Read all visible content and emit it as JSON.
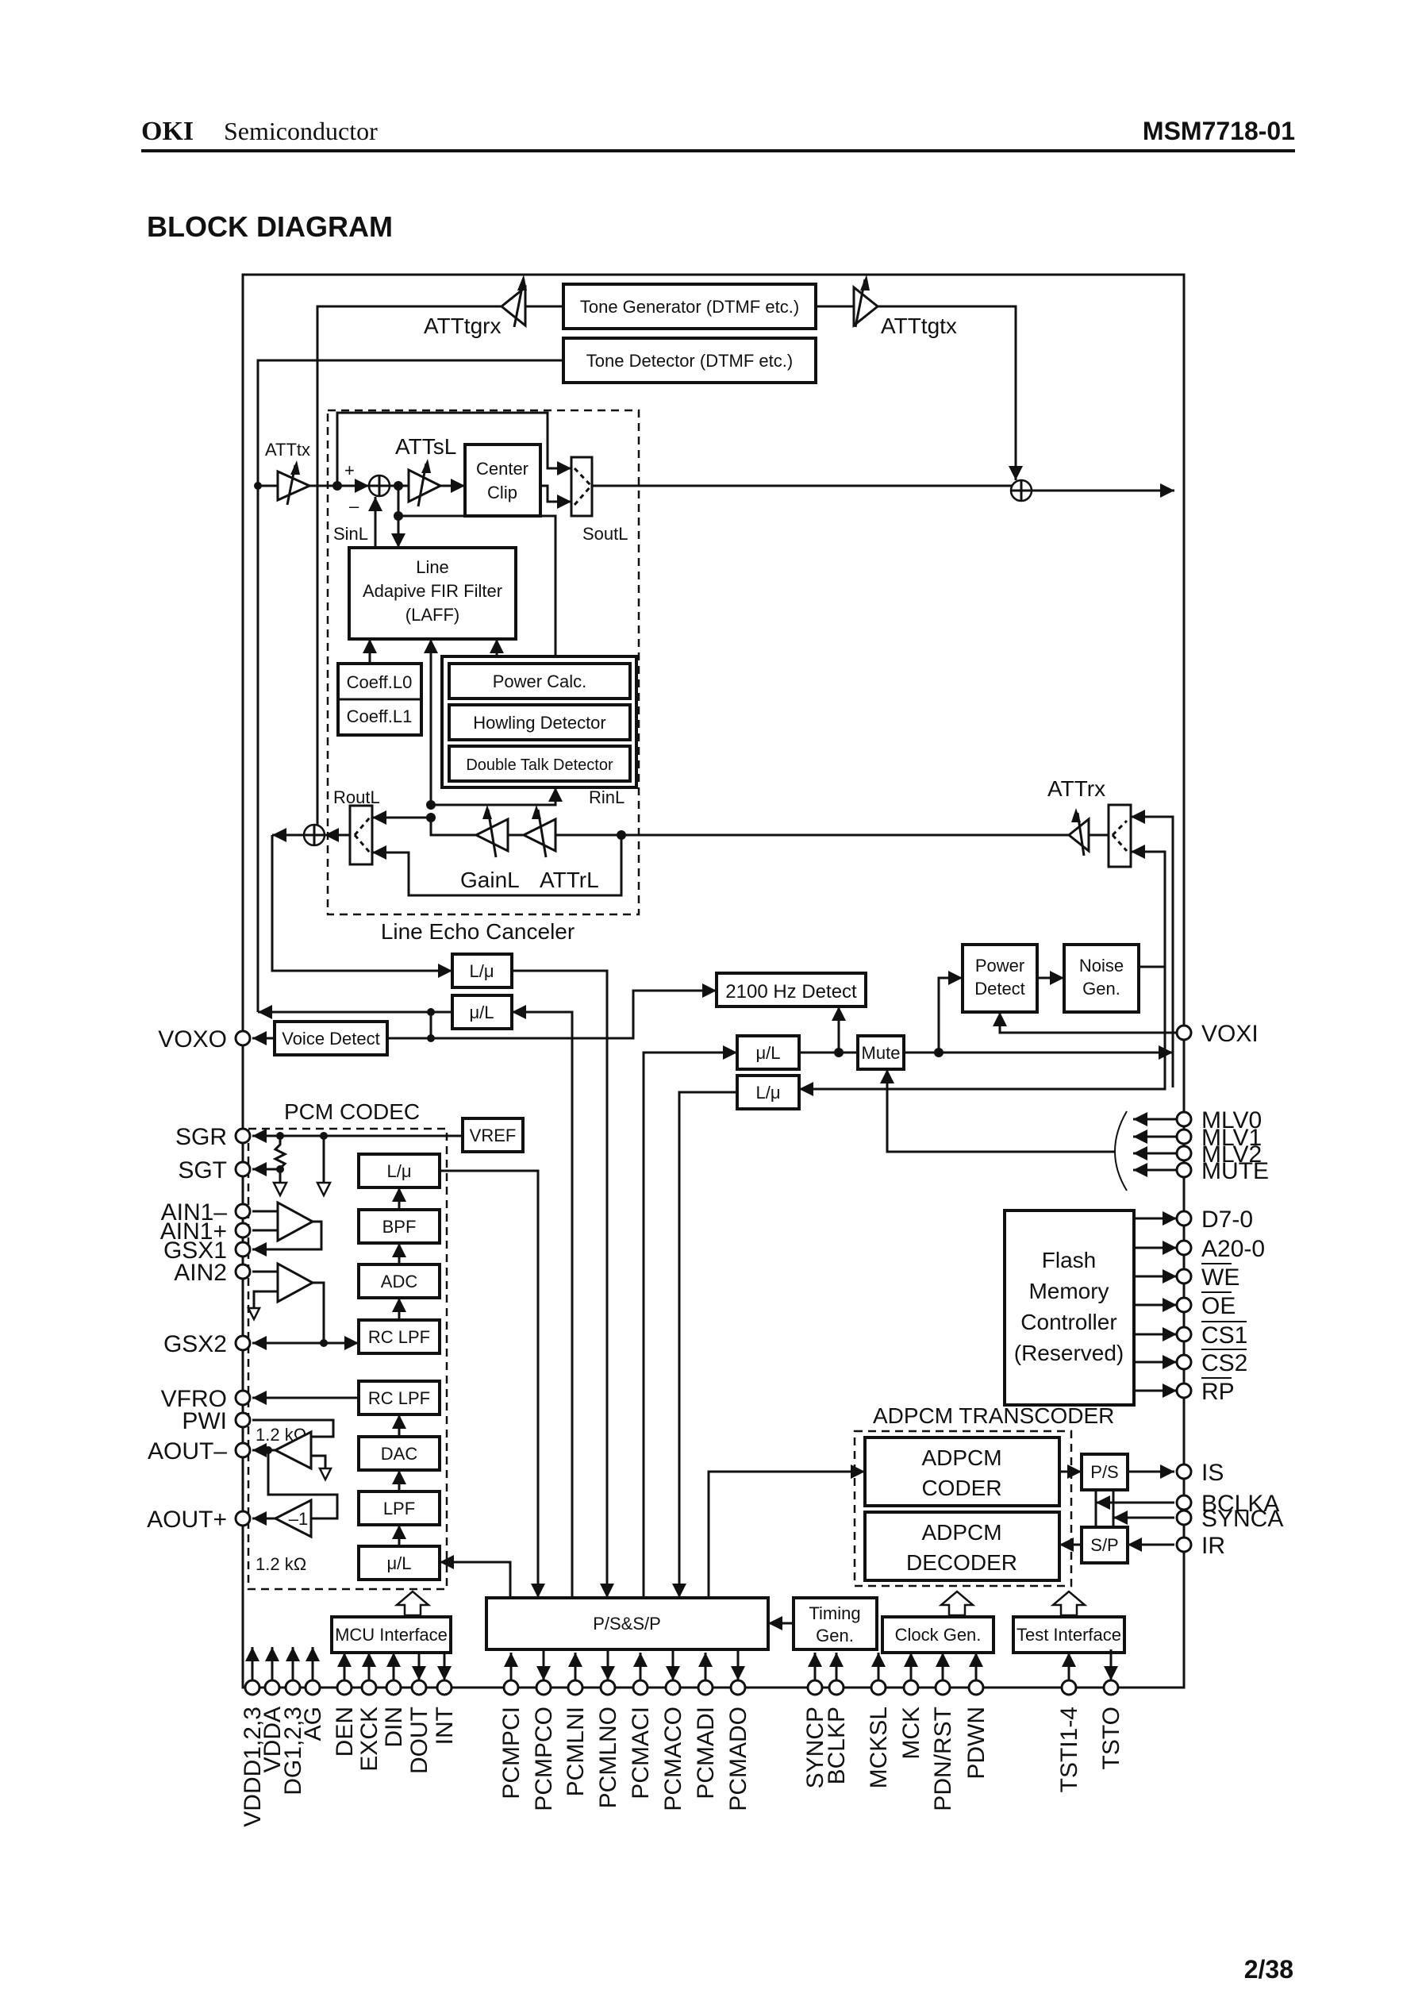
{
  "header": {
    "logo": "OKI",
    "subtitle": "Semiconductor",
    "part_number": "MSM7718-01"
  },
  "page_title": "BLOCK DIAGRAM",
  "page_number": "2/38",
  "blocks": {
    "tone_generator": "Tone Generator (DTMF etc.)",
    "tone_detector": "Tone Detector (DTMF etc.)",
    "center_clip": [
      "Center",
      "Clip"
    ],
    "laff": [
      "Line",
      "Adapive FIR Filter",
      "(LAFF)"
    ],
    "coeff_l0": "Coeff.L0",
    "coeff_l1": "Coeff.L1",
    "power_calc": "Power Calc.",
    "howling_detector": "Howling Detector",
    "double_talk_detector": "Double Talk Detector",
    "lin_to_mu_1": "L/μ",
    "mu_to_lin_1": "μ/L",
    "voice_detect": "Voice Detect",
    "detect_2100": "2100 Hz Detect",
    "power_detect": [
      "Power",
      "Detect"
    ],
    "noise_gen": [
      "Noise",
      "Gen."
    ],
    "mu_to_lin_2": "μ/L",
    "lin_to_mu_2": "L/μ",
    "mute": "Mute",
    "vref": "VREF",
    "codec_l_mu": "L/μ",
    "bpf": "BPF",
    "adc": "ADC",
    "rc_lpf_tx": "RC LPF",
    "rc_lpf_rx": "RC LPF",
    "dac": "DAC",
    "lpf": "LPF",
    "codec_mu_l": "μ/L",
    "flash": [
      "Flash",
      "Memory",
      "Controller",
      "(Reserved)"
    ],
    "adpcm_coder": [
      "ADPCM",
      "CODER"
    ],
    "adpcm_decoder": [
      "ADPCM",
      "DECODER"
    ],
    "ps": "P/S",
    "sp": "S/P",
    "mcu_interface": "MCU Interface",
    "pss_p": "P/S&S/P",
    "timing_gen": [
      "Timing",
      "Gen."
    ],
    "clock_gen": "Clock Gen.",
    "test_interface": "Test Interface"
  },
  "labels": {
    "att_tgrx": "ATTtgrx",
    "att_tgtx": "ATTtgtx",
    "att_tx": "ATTtx",
    "att_sl": "ATTsL",
    "sin_l": "SinL",
    "sout_l": "SoutL",
    "rout_l": "RoutL",
    "rin_l": "RinL",
    "gain_l": "GainL",
    "att_rl": "ATTrL",
    "att_rx": "ATTrx",
    "plus": "+",
    "minus": "–",
    "line_echo_canceler": "Line Echo Canceler",
    "pcm_codec": "PCM CODEC",
    "adpcm_transcoder": "ADPCM TRANSCODER",
    "res_1": "1.2 kΩ",
    "res_2": "1.2 kΩ",
    "minus_one": "–1"
  },
  "pins_left": [
    "VOXO",
    "SGR",
    "SGT",
    "AIN1–",
    "AIN1+",
    "GSX1",
    "AIN2",
    "GSX2",
    "VFRO",
    "PWI",
    "AOUT–",
    "AOUT+"
  ],
  "pins_right": [
    "VOXI",
    "MLV0",
    "MLV1",
    "MLV2",
    "MUTE",
    "D7-0",
    "A20-0",
    "WE",
    "OE",
    "CS1",
    "CS2",
    "RP",
    "IS",
    "BCLKA",
    "SYNCA",
    "IR"
  ],
  "pins_bottom": [
    "VDDD1,2,3",
    "VDDA",
    "DG1,2,3",
    "AG",
    "DEN",
    "EXCK",
    "DIN",
    "DOUT",
    "INT",
    "PCMPCI",
    "PCMPCO",
    "PCMLNI",
    "PCMLNO",
    "PCMACI",
    "PCMACO",
    "PCMADI",
    "PCMADO",
    "SYNCP",
    "BCLKP",
    "MCKSL",
    "MCK",
    "PDN/RST",
    "PDWN",
    "TSTI1-4",
    "TSTO"
  ]
}
